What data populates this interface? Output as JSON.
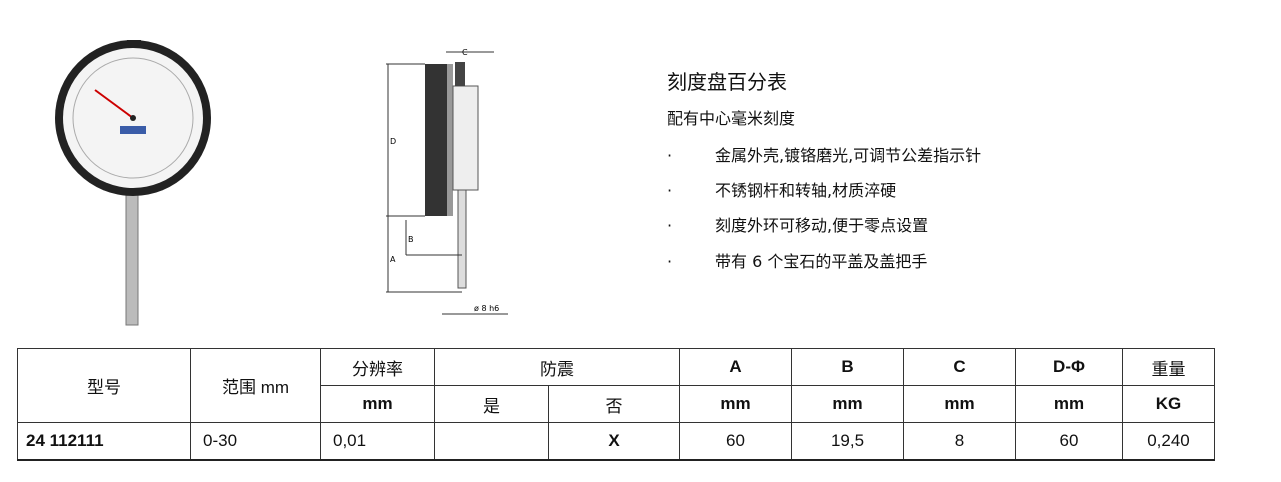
{
  "product": {
    "title": "刻度盘百分表",
    "subtitle": "配有中心毫米刻度",
    "features": [
      "金属外壳,镀铬磨光,可调节公差指示针",
      "不锈钢杆和转轴,材质淬硬",
      "刻度外环可移动,便于零点设置",
      "带有 6 个宝石的平盖及盖把手"
    ],
    "bullet": "·"
  },
  "drawing": {
    "labels": {
      "c": "C",
      "d": "D",
      "b": "B",
      "a": "A",
      "dia": "ø 8 h6"
    }
  },
  "table": {
    "headers": {
      "model": "型号",
      "range": "范围 mm",
      "resolution": "分辨率",
      "resolution_unit": "mm",
      "shock": "防震",
      "yes": "是",
      "no": "否",
      "a": "A",
      "b": "B",
      "c": "C",
      "d": "D-Φ",
      "weight": "重量",
      "unit": "mm",
      "weight_unit": "KG"
    },
    "rows": [
      {
        "model": "24 112111",
        "range": "0-30",
        "resolution": "0,01",
        "yes": "",
        "no": "X",
        "a": "60",
        "b": "19,5",
        "c": "8",
        "d": "60",
        "weight": "0,240"
      }
    ]
  }
}
